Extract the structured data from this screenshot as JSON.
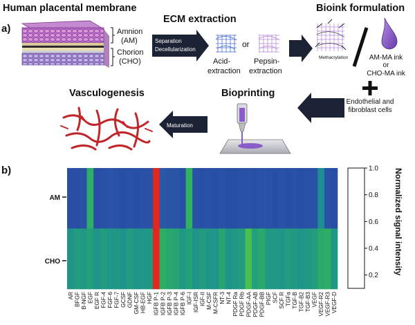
{
  "panel_a": {
    "label": "a)",
    "titles": {
      "membrane": "Human placental membrane",
      "ecm": "ECM extraction",
      "bioink": "Bioink formulation",
      "vasculo": "Vasculogenesis",
      "bioprint": "Bioprinting"
    },
    "amnion": [
      "Amnion",
      "(AM)"
    ],
    "chorion": [
      "Chorion",
      "(CHO)"
    ],
    "arrow1": [
      "Separation",
      "Decellularization"
    ],
    "acid": [
      "Acid-",
      "extraction"
    ],
    "or_word": "or",
    "pepsin": [
      "Pepsin-",
      "extraction"
    ],
    "methacrylation": "Methacrylation",
    "inks": [
      "AM-MA ink",
      "or",
      "CHO-MA  ink"
    ],
    "cells": [
      "Endothelial and",
      "fibroblast cells"
    ],
    "maturation": "Maturation",
    "colors": {
      "arrow": "#1c2335",
      "ink": "#8a5cc8",
      "vessel": "#c2252a",
      "mesh_blue": "#4a6fd0",
      "mesh_purple": "#b98ad8"
    }
  },
  "panel_b": {
    "label": "b)",
    "colorbar_label": "Normalized signal intensity"
  },
  "chart_data": {
    "type": "heatmap",
    "rows": [
      "AM",
      "CHO"
    ],
    "columns": [
      "AR",
      "BFGF",
      "B-NGF",
      "EGF",
      "EGF R",
      "FGF-4",
      "FGF-6",
      "FGF-7",
      "GCSF",
      "GDNF",
      "GM-CSF",
      "HB-EGF",
      "HGF",
      "IGFB P-1",
      "IGFB P-2",
      "IGFB P-3",
      "IGFB P-4",
      "IGFB P-6",
      "IGF-I",
      "IGF-ISR",
      "IGF-II",
      "M-CSF",
      "M-CSFR",
      "NT-3",
      "NT-4",
      "PDGF Ra",
      "PDGF Rb",
      "PDGF-AA",
      "PDGF-AB",
      "PDGF-BB",
      "PIGF",
      "SCF",
      "SCF R",
      "TGFa",
      "TGF-B",
      "TGF-B2",
      "TGF-B3",
      "VEGF",
      "VEGF-R2",
      "VEGF-R3",
      "VEGF-D"
    ],
    "values": [
      [
        0.15,
        0.15,
        0.16,
        0.48,
        0.15,
        0.16,
        0.17,
        0.16,
        0.15,
        0.16,
        0.15,
        0.16,
        0.16,
        1.0,
        0.18,
        0.17,
        0.17,
        0.15,
        0.5,
        0.16,
        0.15,
        0.16,
        0.15,
        0.16,
        0.15,
        0.15,
        0.16,
        0.16,
        0.15,
        0.16,
        0.16,
        0.15,
        0.16,
        0.15,
        0.16,
        0.15,
        0.16,
        0.16,
        0.33,
        0.16,
        0.15
      ],
      [
        0.36,
        0.4,
        0.38,
        0.42,
        0.36,
        0.4,
        0.37,
        0.38,
        0.35,
        0.4,
        0.36,
        0.37,
        0.38,
        1.0,
        0.48,
        0.45,
        0.44,
        0.38,
        0.42,
        0.36,
        0.4,
        0.37,
        0.36,
        0.44,
        0.36,
        0.38,
        0.4,
        0.56,
        0.42,
        0.46,
        0.38,
        0.38,
        0.36,
        0.4,
        0.38,
        0.36,
        0.38,
        0.4,
        0.46,
        0.48,
        0.38
      ]
    ],
    "colorbar": {
      "min": 0.1,
      "max": 1.0,
      "ticks": [
        "1.0",
        "0.8",
        "0.6",
        "0.4",
        "0.2"
      ],
      "tick_values": [
        1.0,
        0.8,
        0.6,
        0.4,
        0.2
      ]
    }
  }
}
